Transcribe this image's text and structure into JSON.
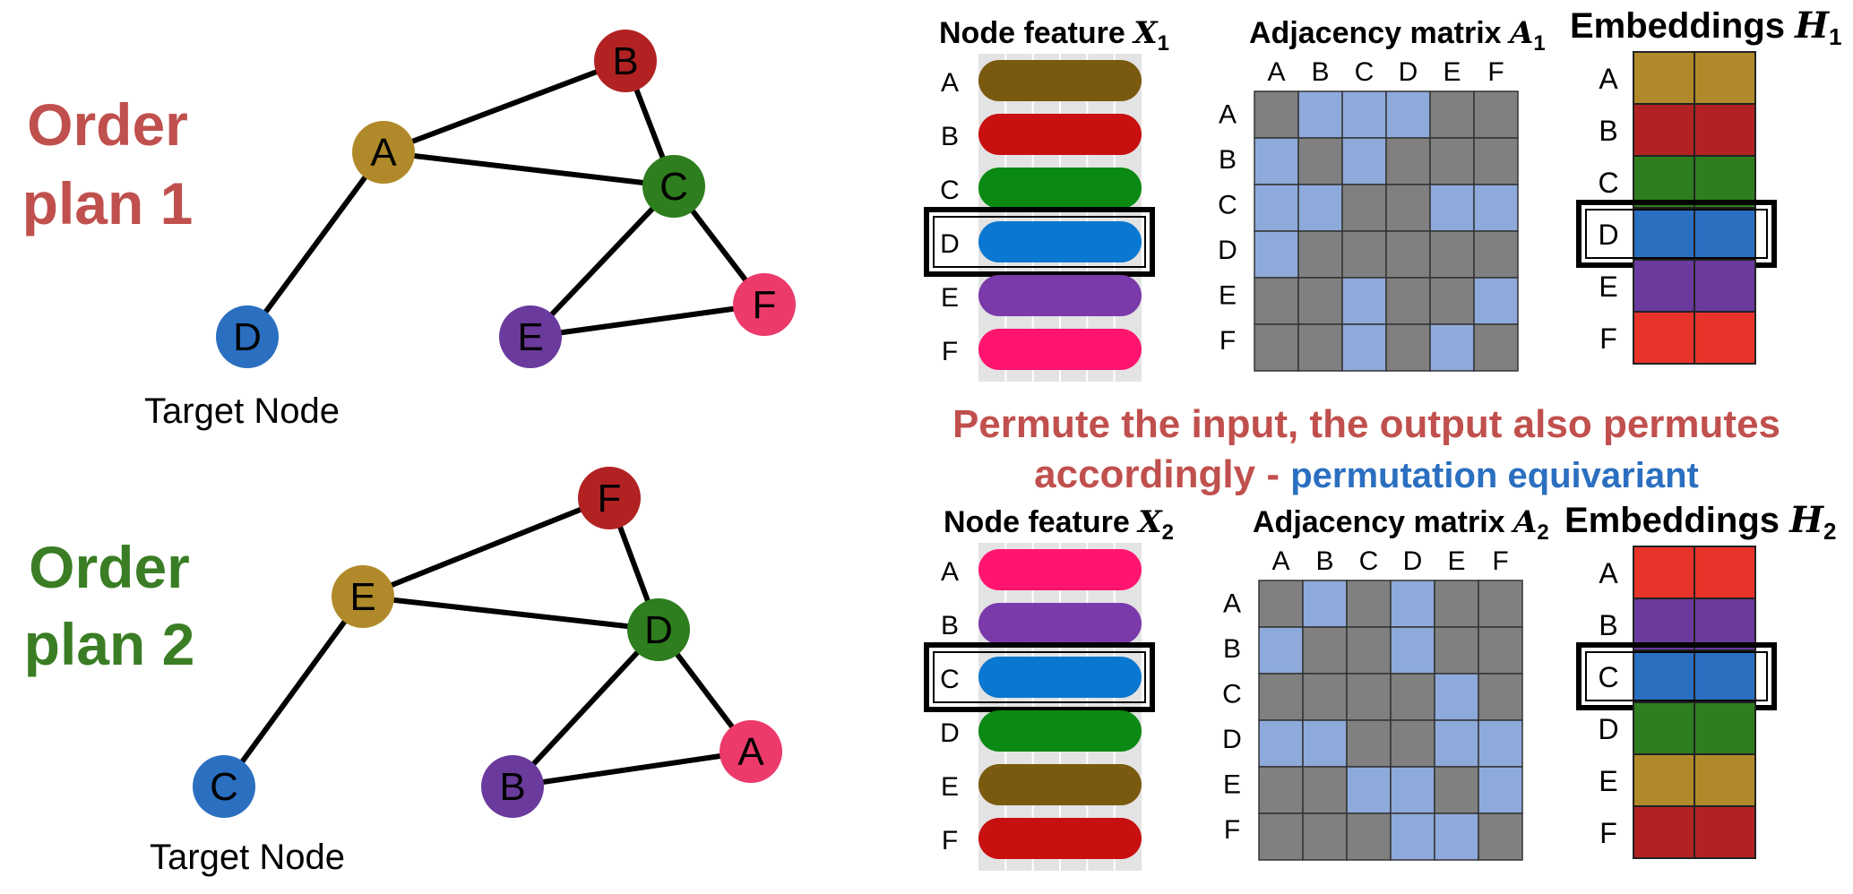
{
  "plan1": {
    "title_line1": "Order",
    "title_line2": "plan 1",
    "title_color": "#c0504d",
    "target_label": "Target Node",
    "graph": {
      "nodes": [
        {
          "label": "B",
          "color": "#b22222"
        },
        {
          "label": "A",
          "color": "#b08a2a"
        },
        {
          "label": "C",
          "color": "#2e7d1e"
        },
        {
          "label": "D",
          "color": "#2b6fc0"
        },
        {
          "label": "E",
          "color": "#6a3a9c"
        },
        {
          "label": "F",
          "color": "#ec3a6b"
        }
      ],
      "edges": [
        [
          "A",
          "B"
        ],
        [
          "B",
          "C"
        ],
        [
          "A",
          "C"
        ],
        [
          "A",
          "D"
        ],
        [
          "C",
          "E"
        ],
        [
          "C",
          "F"
        ],
        [
          "E",
          "F"
        ]
      ]
    },
    "feature": {
      "title": "Node feature ",
      "symbol": "X",
      "sub": "1",
      "rows": [
        "A",
        "B",
        "C",
        "D",
        "E",
        "F"
      ],
      "colors": [
        "#7a5a0f",
        "#c81010",
        "#0a8a12",
        "#0a78d0",
        "#7a3aaa",
        "#ff1470"
      ],
      "highlight": "D"
    },
    "adjacency": {
      "title": "Adjacency matrix ",
      "symbol": "A",
      "sub": "1",
      "labels": [
        "A",
        "B",
        "C",
        "D",
        "E",
        "F"
      ],
      "matrix": [
        [
          0,
          1,
          1,
          1,
          0,
          0
        ],
        [
          1,
          0,
          1,
          0,
          0,
          0
        ],
        [
          1,
          1,
          0,
          0,
          1,
          1
        ],
        [
          1,
          0,
          0,
          0,
          0,
          0
        ],
        [
          0,
          0,
          1,
          0,
          0,
          1
        ],
        [
          0,
          0,
          1,
          0,
          1,
          0
        ]
      ]
    },
    "embeddings": {
      "title": "Embeddings ",
      "symbol": "H",
      "sub": "1",
      "rows": [
        "A",
        "B",
        "C",
        "D",
        "E",
        "F"
      ],
      "colors": [
        "#b08a2a",
        "#b22222",
        "#2e7d1e",
        "#2b6fc0",
        "#6a3a9c",
        "#e8332a"
      ],
      "highlight": "D"
    }
  },
  "plan2": {
    "title_line1": "Order",
    "title_line2": "plan 2",
    "title_color": "#3a7d24",
    "target_label": "Target Node",
    "graph": {
      "nodes": [
        {
          "label": "F",
          "color": "#b22222"
        },
        {
          "label": "E",
          "color": "#b08a2a"
        },
        {
          "label": "D",
          "color": "#2e7d1e"
        },
        {
          "label": "C",
          "color": "#2b6fc0"
        },
        {
          "label": "B",
          "color": "#6a3a9c"
        },
        {
          "label": "A",
          "color": "#ec3a6b"
        }
      ],
      "edges": [
        [
          "E",
          "F"
        ],
        [
          "F",
          "D"
        ],
        [
          "E",
          "D"
        ],
        [
          "E",
          "C"
        ],
        [
          "D",
          "B"
        ],
        [
          "D",
          "A"
        ],
        [
          "B",
          "A"
        ]
      ]
    },
    "feature": {
      "title": "Node feature ",
      "symbol": "X",
      "sub": "2",
      "rows": [
        "A",
        "B",
        "C",
        "D",
        "E",
        "F"
      ],
      "colors": [
        "#ff1470",
        "#7a3aaa",
        "#0a78d0",
        "#0a8a12",
        "#7a5a0f",
        "#c81010"
      ],
      "highlight": "C"
    },
    "adjacency": {
      "title": "Adjacency matrix ",
      "symbol": "A",
      "sub": "2",
      "labels": [
        "A",
        "B",
        "C",
        "D",
        "E",
        "F"
      ],
      "matrix": [
        [
          0,
          1,
          0,
          1,
          0,
          0
        ],
        [
          1,
          0,
          0,
          1,
          0,
          0
        ],
        [
          0,
          0,
          0,
          0,
          1,
          0
        ],
        [
          1,
          1,
          0,
          0,
          1,
          1
        ],
        [
          0,
          0,
          1,
          1,
          0,
          1
        ],
        [
          0,
          0,
          0,
          1,
          1,
          0
        ]
      ]
    },
    "embeddings": {
      "title": "Embeddings ",
      "symbol": "H",
      "sub": "2",
      "rows": [
        "A",
        "B",
        "C",
        "D",
        "E",
        "F"
      ],
      "colors": [
        "#e8332a",
        "#6a3a9c",
        "#2b6fc0",
        "#2e7d1e",
        "#b08a2a",
        "#b22222"
      ],
      "highlight": "C"
    }
  },
  "message": {
    "line1": "Permute the input, the output also permutes",
    "line2a": "accordingly  - ",
    "line2b": "permutation equivariant",
    "color_main": "#c0504d",
    "color_accent": "#2b6fc0"
  },
  "colors": {
    "cell_off": "#808080",
    "cell_on": "#8eaadb"
  }
}
